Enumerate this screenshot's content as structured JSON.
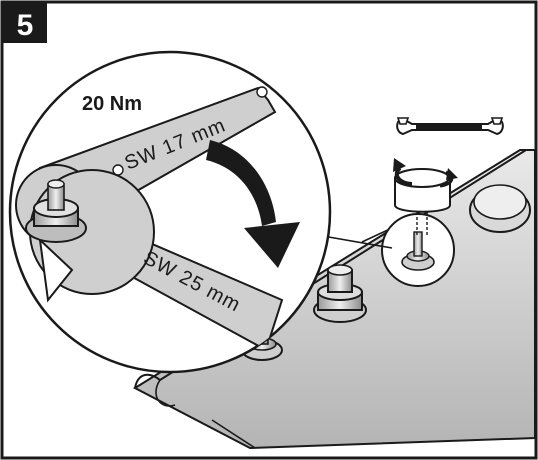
{
  "step": {
    "number": "5"
  },
  "torque": {
    "label": "20 Nm"
  },
  "wrenches": {
    "small_size": "SW 17 mm",
    "large_size": "SW 25 mm"
  },
  "colors": {
    "border": "#1a1a1a",
    "badge_bg": "#1a1a1a",
    "badge_text": "#ffffff",
    "rail_fill": "#bdbdbd",
    "rail_light": "#e6e6e6",
    "wrench_fill": "#c8c8c8",
    "arrow_fill": "#1a1a1a",
    "outline": "#1a1a1a"
  },
  "icons": {
    "open_wrench": "open-end-wrench-icon",
    "rotation": "clockwise-rotation-icon"
  }
}
